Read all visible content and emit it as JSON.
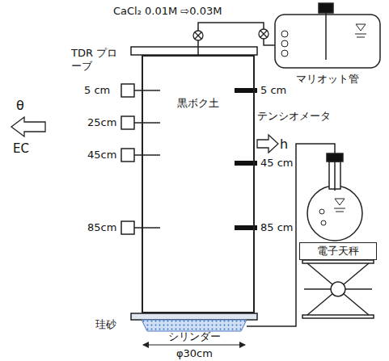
{
  "diagram": {
    "nodes": [
      {
        "text": [
          "マリオット管"
        ]
      },
      {
        "text": [
          "黒ボク土"
        ]
      },
      {
        "text": [
          "電子天秤"
        ]
      }
    ],
    "edges": [
      {
        "from": 0,
        "to": 1,
        "arrow": "none"
      }
    ],
    "labels": [
      "CaCl₂ 0.01M ⇨0.03M",
      "TDR プローブ",
      "5 cm",
      "25cm",
      "45cm",
      "85cm",
      "θ",
      "EC",
      "5 cm",
      "45 cm",
      "85 cm",
      "テンシオメータ",
      "h",
      "珪砂",
      "シリンダー",
      "φ30cm"
    ]
  }
}
